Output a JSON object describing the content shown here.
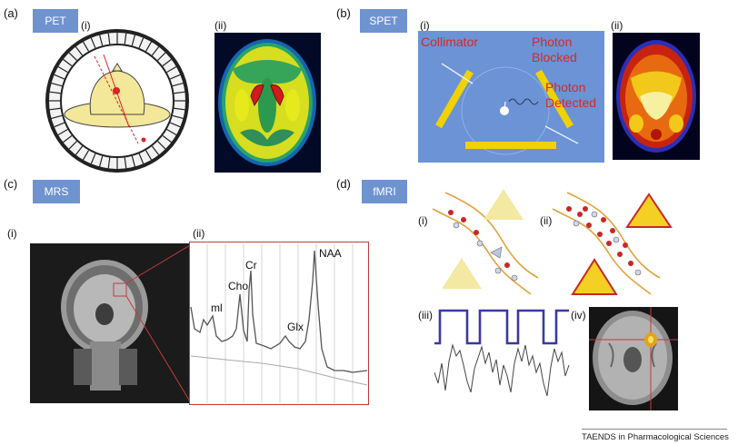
{
  "panels": {
    "a": {
      "letter": "(a)",
      "tag": "PET",
      "sub_i": "(i)",
      "sub_ii": "(ii)"
    },
    "b": {
      "letter": "(b)",
      "tag": "SPET",
      "sub_i": "(i)",
      "sub_ii": "(ii)",
      "labels": {
        "collimator": "Collimator",
        "photon_blocked": "Photon\nBlocked",
        "photon_detected": "Photon\nDetected"
      }
    },
    "c": {
      "letter": "(c)",
      "tag": "MRS",
      "sub_i": "(i)",
      "sub_ii": "(ii)",
      "peaks": {
        "ml": "ml",
        "cho": "Cho",
        "cr": "Cr",
        "glx": "Glx",
        "naa": "NAA"
      }
    },
    "d": {
      "letter": "(d)",
      "tag": "fMRI",
      "sub_i": "(i)",
      "sub_ii": "(ii)",
      "sub_iii": "(iii)",
      "sub_iv": "(iv)"
    }
  },
  "footer": "TAENDS in Pharmacological Sciences",
  "colors": {
    "tag_bg": "#6f93cf",
    "spet_bg": "#6b93d6",
    "label_red": "#d52a2a",
    "yellow": "#f0d200",
    "paradigm_blue": "#3a3aa0"
  }
}
